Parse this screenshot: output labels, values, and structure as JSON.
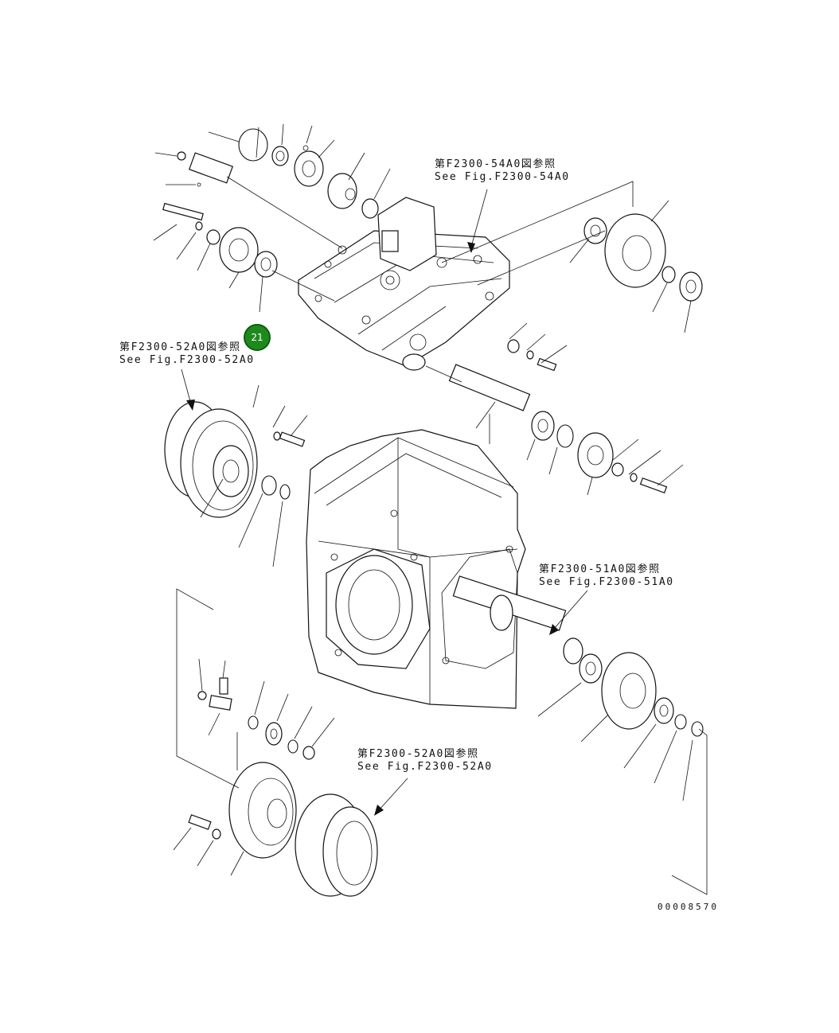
{
  "drawing": {
    "references": [
      {
        "id": "ref-54a0",
        "jp": "第F2300-54A0図参照",
        "en": "See Fig.F2300-54A0"
      },
      {
        "id": "ref-52a0-top",
        "jp": "第F2300-52A0図参照",
        "en": "See Fig.F2300-52A0"
      },
      {
        "id": "ref-51a0",
        "jp": "第F2300-51A0図参照",
        "en": "See Fig.F2300-51A0"
      },
      {
        "id": "ref-52a0-bottom",
        "jp": "第F2300-52A0図参照",
        "en": "See Fig.F2300-52A0"
      }
    ],
    "callout": {
      "label": "21",
      "color": "#1e8a1e"
    },
    "document_number": "00008570"
  },
  "icons": [
    "transmission-case",
    "gear",
    "bearing",
    "snap-ring",
    "bolt",
    "washer",
    "shaft",
    "clutch-pack",
    "plate"
  ]
}
